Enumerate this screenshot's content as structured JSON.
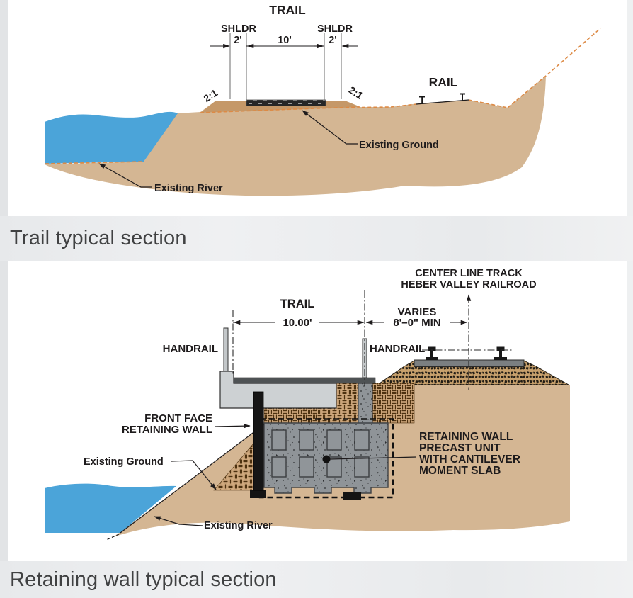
{
  "captions": {
    "trail_section": "Trail typical section",
    "retaining_section": "Retaining wall typical section"
  },
  "trail_diagram": {
    "title": "TRAIL",
    "shoulder_left": "SHLDR",
    "shoulder_right": "SHLDR",
    "dim_shoulder_left": "2'",
    "dim_trail": "10'",
    "dim_shoulder_right": "2'",
    "slope_left": "2:1",
    "slope_right": "2:1",
    "rail": "RAIL",
    "existing_ground": "Existing Ground",
    "existing_river": "Existing River"
  },
  "retaining_diagram": {
    "centerline_label_1": "CENTER LINE TRACK",
    "centerline_label_2": "HEBER VALLEY RAILROAD",
    "trail_label": "TRAIL",
    "trail_dim": "10.00'",
    "varies_label": "VARIES",
    "varies_dim": "8'–0\" MIN",
    "handrail_left": "HANDRAIL",
    "handrail_right": "HANDRAIL",
    "front_face_1": "FRONT FACE",
    "front_face_2": "RETAINING WALL",
    "precast_1": "RETAINING WALL",
    "precast_2": "PRECAST UNIT",
    "precast_3": "WITH CANTILEVER",
    "precast_4": "MOMENT SLAB",
    "existing_ground": "Existing Ground",
    "existing_river": "Existing River"
  },
  "colors": {
    "ground_tan": "#d4b693",
    "embankment_fill": "#c59868",
    "river_blue": "#4ba4d9",
    "existing_ground_dash": "#dd8a45",
    "concrete_gray": "#8f9498",
    "slab_gray": "#cdd1d3",
    "deck_gray": "#4e5254",
    "ink": "#1e1b1c"
  }
}
